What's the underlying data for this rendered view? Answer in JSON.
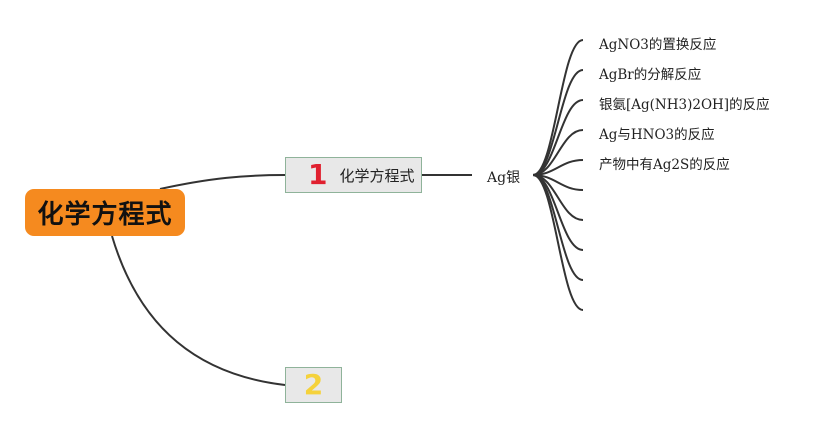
{
  "root": {
    "label": "化学方程式"
  },
  "branch1": {
    "number": "1",
    "label": "化学方程式",
    "number_color": "#e0202f"
  },
  "branch2": {
    "number": "2",
    "number_color": "#f5d23b"
  },
  "subtopic": {
    "label": "Ag银"
  },
  "leaves": [
    "AgNO3的置换反应",
    "AgBr的分解反应",
    "银氨[Ag(NH3)2OH]的反应",
    "Ag与HNO3的反应",
    "产物中有Ag2S的反应"
  ],
  "colors": {
    "root_bg": "#f58a1f",
    "branch_bg": "#e8e8e8",
    "branch_border": "#8fb39a",
    "line": "#333333"
  }
}
